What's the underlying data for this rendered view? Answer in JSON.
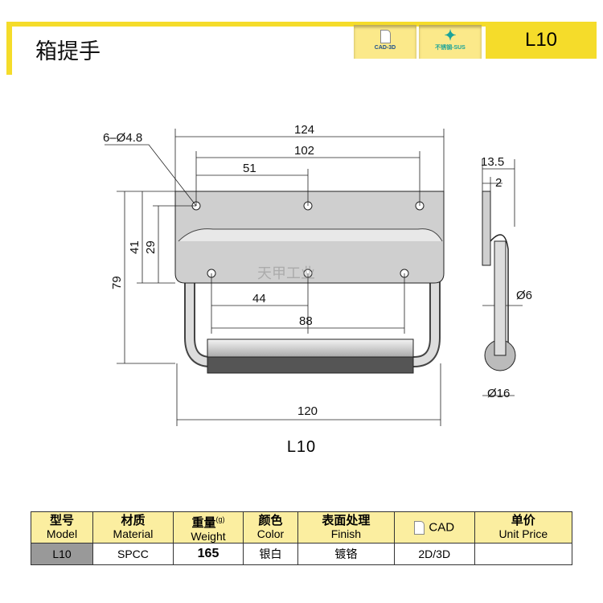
{
  "header": {
    "title": "箱提手",
    "model": "L10",
    "badges": [
      {
        "label": "CAD-3D",
        "icon": "document-icon"
      },
      {
        "label": "不锈钢-SUS",
        "icon": "sparkle-icon"
      }
    ]
  },
  "drawing": {
    "dims": {
      "holes": "6–Ø4.8",
      "d124": "124",
      "d102": "102",
      "d51": "51",
      "d79": "79",
      "d41": "41",
      "d29": "29",
      "d44": "44",
      "d88": "88",
      "d120": "120",
      "d13_5": "13.5",
      "d2": "2",
      "d6": "Ø6",
      "d16": "Ø16"
    },
    "watermark": "天甲工业",
    "caption": "L10"
  },
  "table": {
    "headers": [
      {
        "cn": "型号",
        "en": "Model"
      },
      {
        "cn": "材质",
        "en": "Material"
      },
      {
        "cn": "重量",
        "en": "Weight",
        "unit": "(g)"
      },
      {
        "cn": "颜色",
        "en": "Color"
      },
      {
        "cn": "表面处理",
        "en": "Finish"
      },
      {
        "cn": "CAD",
        "en": ""
      },
      {
        "cn": "单价",
        "en": "Unit Price"
      }
    ],
    "row": [
      "L10",
      "SPCC",
      "165",
      "银白",
      "镀铬",
      "2D/3D",
      ""
    ]
  }
}
